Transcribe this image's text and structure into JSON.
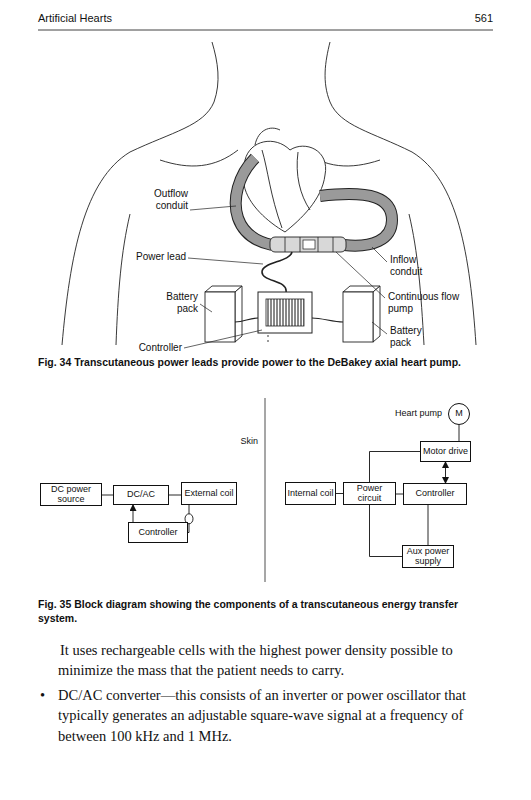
{
  "diagram": {
    "caption": "Fig. 35 Block diagram showing the components of a transcutaneous energy transfer system.",
    "nodes": [
      {
        "text": [
          "DC power source"
        ]
      },
      {
        "text": [
          "DC/AC"
        ]
      },
      {
        "text": [
          "External coil"
        ]
      },
      {
        "text": [
          "Controller"
        ]
      },
      {
        "text": [
          "Internal coil"
        ]
      },
      {
        "text": [
          "Power circuit"
        ]
      },
      {
        "text": [
          "Controller"
        ]
      },
      {
        "text": [
          "Motor drive"
        ]
      },
      {
        "text": [
          "Aux power supply"
        ]
      },
      {
        "text": [
          "Heart pump",
          "M"
        ]
      }
    ],
    "edges": [
      {
        "from": 0,
        "to": 1,
        "arrow": "none"
      },
      {
        "from": 1,
        "to": 2,
        "arrow": "none"
      },
      {
        "from": 3,
        "to": 1,
        "arrow": "to"
      },
      {
        "from": 2,
        "to": 3,
        "arrow": "none"
      },
      {
        "from": 4,
        "to": 5,
        "arrow": "none"
      },
      {
        "from": 5,
        "to": 6,
        "arrow": "none"
      },
      {
        "from": 6,
        "to": 7,
        "arrow": "both"
      },
      {
        "from": 9,
        "to": 7,
        "arrow": "none"
      },
      {
        "from": 5,
        "to": 7,
        "arrow": "none"
      },
      {
        "from": 8,
        "to": 5,
        "arrow": "none"
      },
      {
        "from": 8,
        "to": 6,
        "arrow": "none"
      }
    ],
    "labels": [
      "Artificial Hearts",
      "561",
      "Outflow conduit",
      "Power lead",
      "Battery pack",
      "Controller",
      "Inflow conduit",
      "Continuous flow pump",
      "Battery pack",
      "Fig. 34 Transcutaneous power leads provide power to the DeBakey axial heart pump.",
      "Skin",
      "It uses rechargeable cells with the highest power density possible to minimize the mass that the patient needs to carry.",
      "•",
      "DC/AC converter—this consists of an inverter or power oscillator that typically generates an adjustable square-wave signal at a frequency of between 100 kHz and 1 MHz."
    ]
  }
}
